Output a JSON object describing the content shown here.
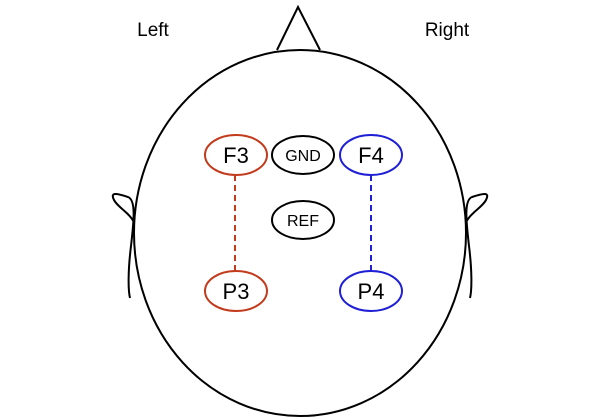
{
  "labels": {
    "left": "Left",
    "right": "Right"
  },
  "electrodes": {
    "f3": {
      "label": "F3",
      "color": "#c23b1c"
    },
    "gnd": {
      "label": "GND",
      "color": "#000000"
    },
    "f4": {
      "label": "F4",
      "color": "#1f1fd6"
    },
    "ref": {
      "label": "REF",
      "color": "#000000"
    },
    "p3": {
      "label": "P3",
      "color": "#c23b1c"
    },
    "p4": {
      "label": "P4",
      "color": "#1f1fd6"
    }
  },
  "connections": [
    {
      "from": "F3",
      "to": "P3",
      "style": "dashed",
      "color": "#c23b1c"
    },
    {
      "from": "F4",
      "to": "P4",
      "style": "dashed",
      "color": "#1f1fd6"
    }
  ]
}
